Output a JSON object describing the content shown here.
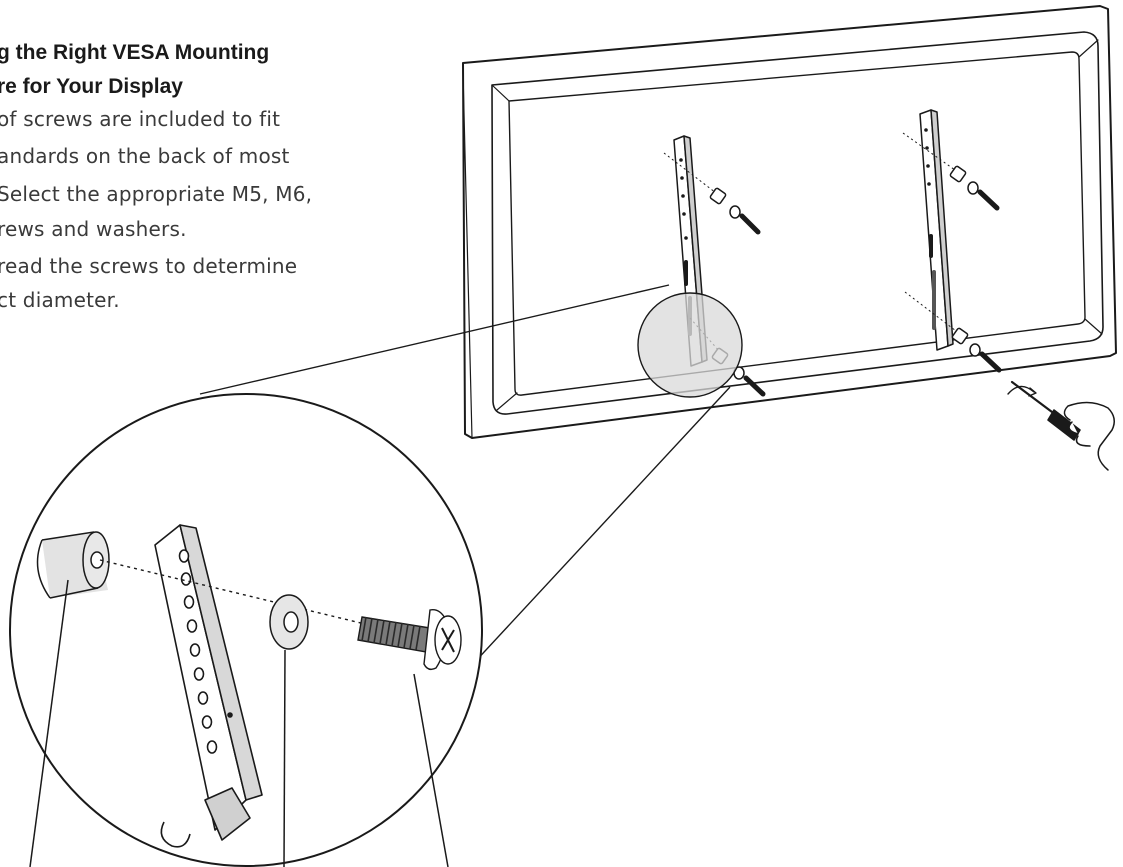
{
  "heading": {
    "line1": "g the Right VESA Mounting",
    "line2": "re for Your Display"
  },
  "body_lines": [
    " of screws are included to fit",
    "andards on the back of most",
    " Select the appropriate M5, M6,",
    "rews and washers.",
    "read the screws to determine",
    "ct diameter."
  ],
  "colors": {
    "ink": "#1a1a1a",
    "text_gray": "#3a3a3a",
    "magnifier_fill": "#d9d9d9",
    "background": "#ffffff"
  },
  "icons": {
    "spacer": "spacer-icon",
    "washer": "washer-icon",
    "screw": "screw-icon",
    "screwdriver": "screwdriver-icon",
    "hand": "hand-icon"
  }
}
